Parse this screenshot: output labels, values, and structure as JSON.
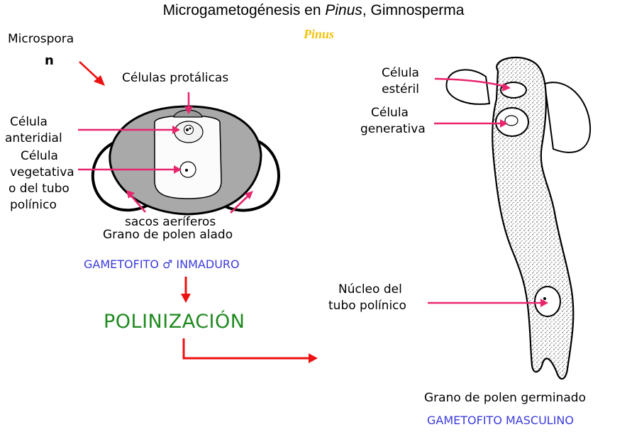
{
  "title": {
    "prefix": "Microgametogénesis en ",
    "genus": "Pinus",
    "suffix": ", Gimnosperma"
  },
  "subtitle_genus": "Pinus",
  "left": {
    "microspora": "Microspora",
    "ploidy": "n",
    "celulas_protalicas": "Células protálicas",
    "celula_anteridial": [
      "Célula",
      "anteridial"
    ],
    "celula_vegetativa": [
      "Célula",
      "vegetativa",
      "o del tubo",
      "polínico"
    ],
    "sacos_aeriferos": "sacos aeríferos",
    "grano_alado": "Grano de polen alado",
    "gametofito_inmaduro": "GAMETOFITO ♂ INMADURO"
  },
  "polinizacion": "POLINIZACIÓN",
  "right": {
    "celula_esteril": [
      "Célula",
      "estéril"
    ],
    "celula_generativa": [
      "Célula",
      "generativa"
    ],
    "nucleo_tubo": [
      "Núcleo del",
      "tubo polínico"
    ],
    "grano_germinado": "Grano de polen germinado",
    "gametofito_masculino": "GAMETOFITO MASCULINO"
  },
  "colors": {
    "pointer": "#e8266e",
    "flow_arrow": "#ee1111",
    "polinizacion": "#1f8a1f",
    "gametofito_label": "#3b3bdc",
    "pinus_label": "#f2c20a"
  }
}
